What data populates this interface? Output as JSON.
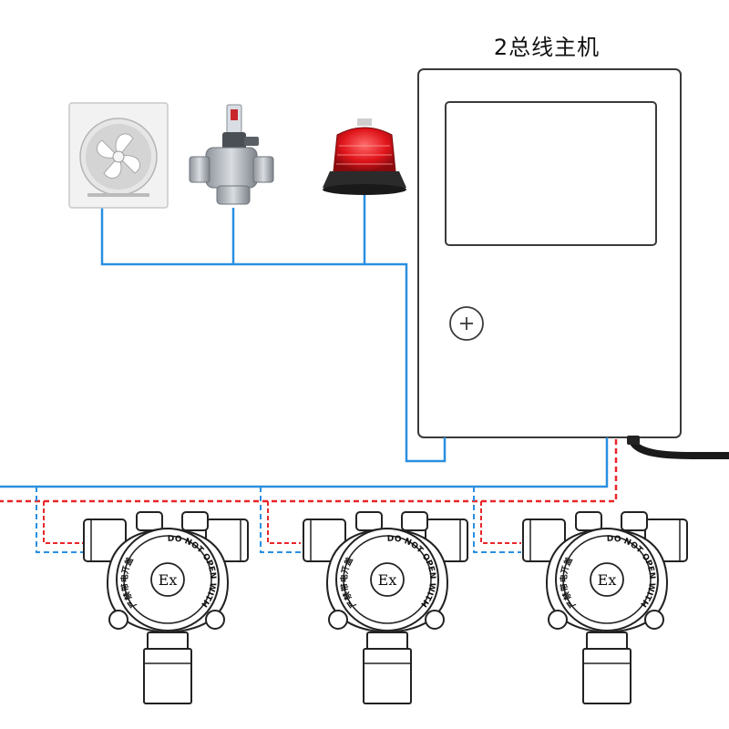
{
  "host": {
    "title": "2总线主机"
  },
  "colors": {
    "bus_line": "#2a8fe0",
    "power_line": "#e8262b",
    "cable": "#1a1a1a",
    "device_outline": "#222222"
  },
  "detectors": [
    {
      "ex_label": "Ex",
      "warning": "DO NOT OPEN WITH POWER",
      "warning_cn": "严禁带电开盖"
    },
    {
      "ex_label": "Ex",
      "warning": "DO NOT OPEN WITH POWER",
      "warning_cn": "严禁带电开盖"
    },
    {
      "ex_label": "Ex",
      "warning": "DO NOT OPEN WITH POWER",
      "warning_cn": "严禁带电开盖"
    }
  ],
  "outputs": [
    {
      "icon": "exhaust-fan-icon"
    },
    {
      "icon": "solenoid-valve-icon"
    },
    {
      "icon": "strobe-alarm-icon"
    }
  ]
}
